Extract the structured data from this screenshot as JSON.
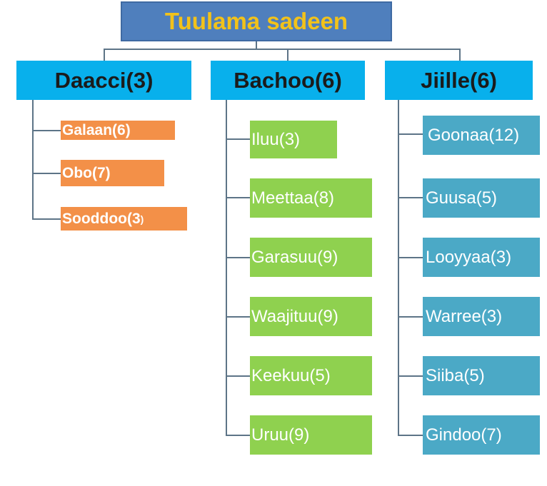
{
  "title": "Tuulama sadeen",
  "categories": [
    {
      "label": "Daacci(3)",
      "items": [
        "Galaan(6)",
        "Obo(7)",
        "Sooddoo(3"
      ],
      "last_item_suffix": ")",
      "color": "#f39048"
    },
    {
      "label": "Bachoo(6)",
      "items": [
        "Iluu(3)",
        "Meettaa(8)",
        "Garasuu(9)",
        "Waajituu(9)",
        "Keekuu(5)",
        "Uruu(9)"
      ],
      "color": "#8fd14f"
    },
    {
      "label": "Jiille(6)",
      "items": [
        "Goonaa(12)",
        "Guusa(5)",
        "Looyyaa(3)",
        "Warree(3)",
        "Siiba(5)",
        "Gindoo(7)"
      ],
      "color": "#4ba9c6"
    }
  ],
  "colors": {
    "root_fill": "#4f7fbd",
    "root_text": "#f2c21a",
    "category_fill": "#08b0ec",
    "connector": "#5d7487"
  }
}
